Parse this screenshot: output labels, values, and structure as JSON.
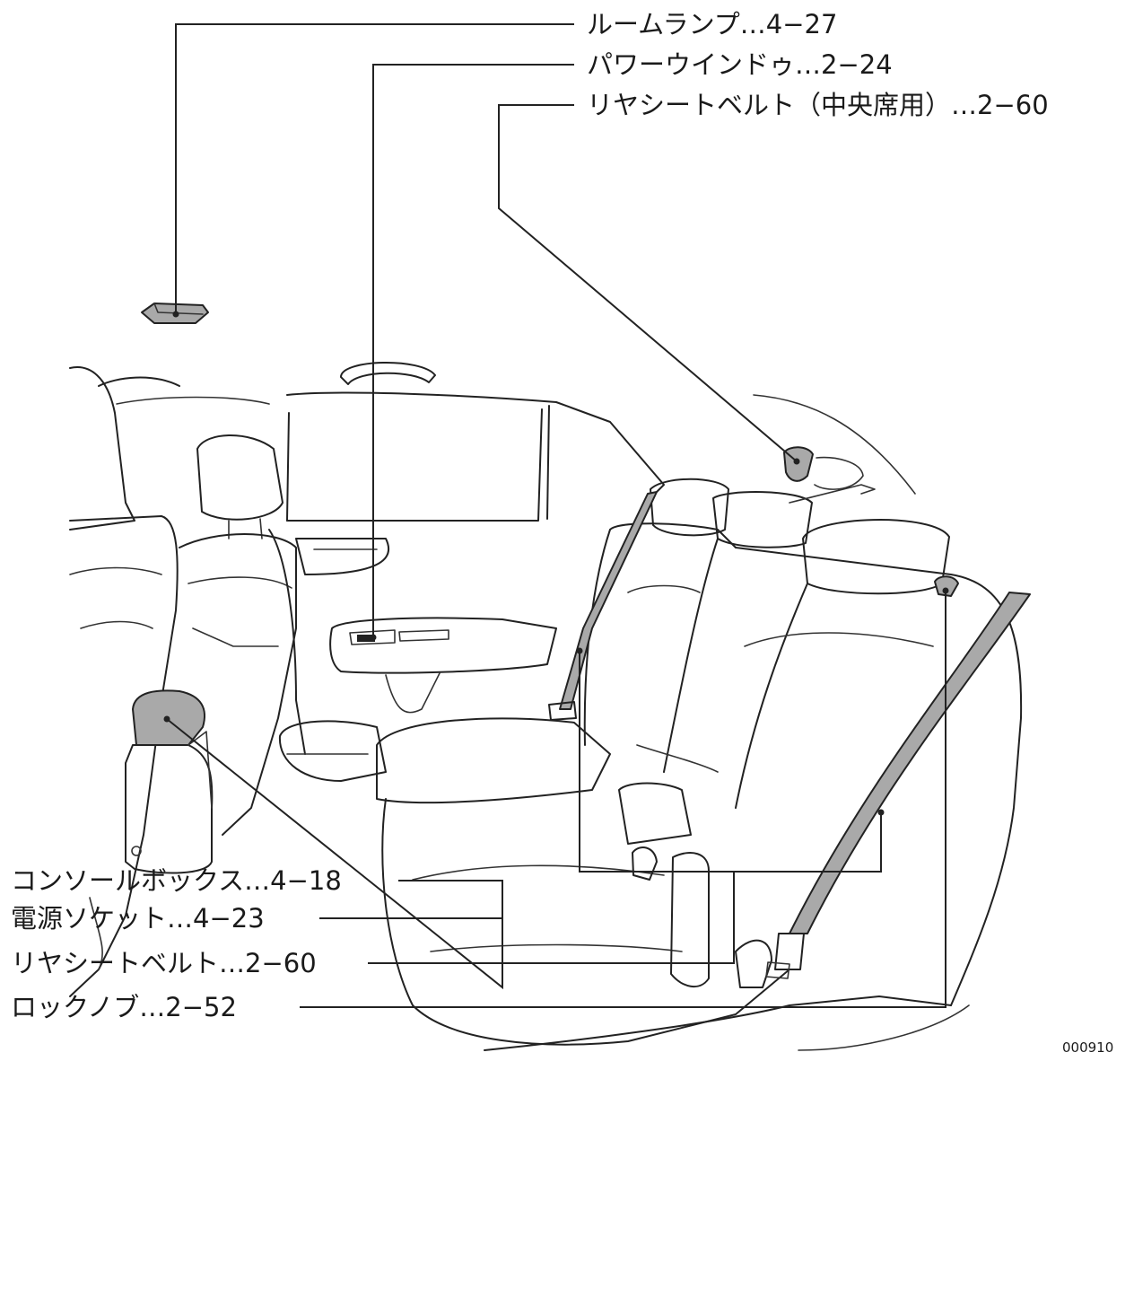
{
  "diagram": {
    "image_code": "000910",
    "callouts": [
      {
        "id": "room-lamp",
        "label": "ルームランプ…4−27"
      },
      {
        "id": "power-window",
        "label": "パワーウインドゥ…2−24"
      },
      {
        "id": "rear-seatbelt-center",
        "label": "リヤシートベルト（中央席用）…2−60"
      },
      {
        "id": "console-box",
        "label": "コンソールボックス…4−18"
      },
      {
        "id": "power-socket",
        "label": "電源ソケット…4−23"
      },
      {
        "id": "rear-seatbelt",
        "label": "リヤシートベルト…2−60"
      },
      {
        "id": "lock-knob",
        "label": "ロックノブ…2−52"
      }
    ]
  }
}
